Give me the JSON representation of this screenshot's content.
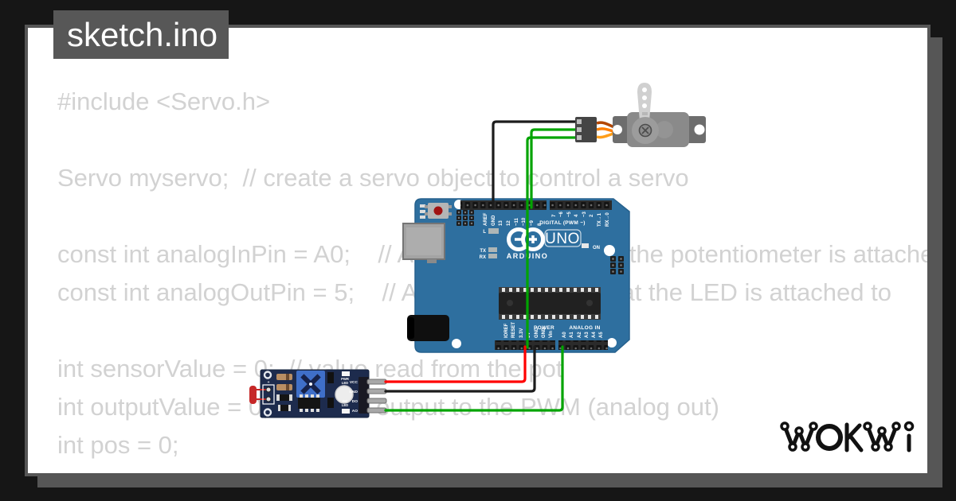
{
  "window": {
    "title": "sketch.ino"
  },
  "code": {
    "text": "#include <Servo.h>\n\nServo myservo;  // create a servo object to control a servo\n\nconst int analogInPin = A0;    // Analog input pin that the potentiometer is attached to\nconst int analogOutPin = 5;    // Analog output pin that the LED is attached to\n\nint sensorValue = 0;  // value read from the pot\nint outputValue = 0;   // value output to the PWM (analog out)\nint pos = 0;"
  },
  "brand": {
    "logo_text": "WOKWI"
  },
  "colors": {
    "background": "#161616",
    "frame_gray": "#565656",
    "card": "#ffffff",
    "code_text": "#d2d2d2",
    "board_blue": "#2e6f9f",
    "sensor_pcb": "#1d2b4d",
    "trimpot_blue": "#3f6fc8"
  },
  "board": {
    "name": "Arduino UNO",
    "logo_text": "ARDUINO",
    "model_text": "UNO",
    "on_label": "ON",
    "digital_section_label": "DIGITAL (PWM ~)",
    "power_section_label": "POWER",
    "analog_section_label": "ANALOG IN",
    "led_labels": {
      "l": "L",
      "tx": "TX",
      "rx": "RX"
    },
    "digital_labels": [
      "AREF",
      "GND",
      "13",
      "12",
      "~11",
      "~10",
      "~9",
      "8",
      "7",
      "~6",
      "~5",
      "4",
      "~3",
      "2",
      "TX→1",
      "RX→0"
    ],
    "power_labels": [
      "IOREF",
      "RESET",
      "3.3V",
      "5V",
      "GND",
      "GND",
      "Vin"
    ],
    "analog_labels": [
      "A0",
      "A1",
      "A2",
      "A3",
      "A4",
      "A5"
    ]
  },
  "sensor": {
    "name": "analog sensor module",
    "pin_labels": [
      "VCC",
      "GND",
      "DO",
      "AO"
    ],
    "pwr_led_line1": "PWR",
    "pwr_led_line2": "LED",
    "do_led_line1": "DO",
    "do_led_line2": "LED",
    "plus_label": "+",
    "minus_label": "-"
  },
  "servo": {
    "name": "micro servo"
  },
  "wires": [
    {
      "id": "servo-gnd-to-gnd",
      "color": "#1c1c1c"
    },
    {
      "id": "servo-sig-to-pin9",
      "color": "#00a400"
    },
    {
      "id": "servo-pwr-to-5v",
      "color": "#00a400"
    },
    {
      "id": "sensor-vcc-to-5v",
      "color": "#ff0000"
    },
    {
      "id": "sensor-gnd-to-gnd",
      "color": "#1c1c1c"
    },
    {
      "id": "sensor-ao-to-a0",
      "color": "#00a400"
    }
  ]
}
